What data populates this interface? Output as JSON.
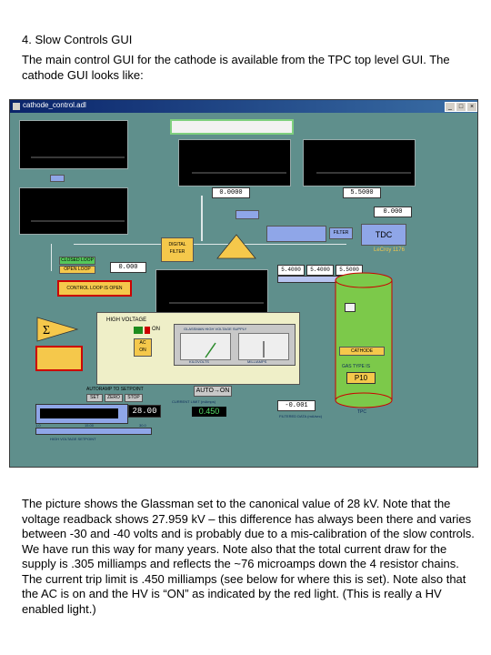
{
  "document": {
    "heading": "4. Slow Controls GUI",
    "intro": "The main control GUI for the cathode is available from the TPC top level GUI. The cathode GUI looks like:",
    "body": "The picture shows the Glassman set to the canonical value of 28 kV. Note that the voltage readback shows 27.959 kV – this difference has always been there and varies between -30 and -40 volts and is probably due to a mis-calibration of the slow controls. We have run this way for many years. Note also that the total current draw for the supply is .305 milliamps and reflects the ~76 microamps down the 4 resistor chains. The current trip limit is .450 milliamps (see below for where this is set). Note also that the AC is on and the HV is “ON” as indicated by the red light. (This is really a HV enabled light.)"
  },
  "screenshot": {
    "window_title": "cathode_control.adl",
    "readouts": {
      "scope_top_left": "0.0000",
      "scope_top_right": "5.5000",
      "mid_right": "0.000",
      "left_mid": "0.000",
      "filtered_readback": "-0.001",
      "trip_limit": "0.450",
      "hv_set": "28.00",
      "bar_a": "5.4000",
      "bar_b": "5.4000",
      "bar_c": "5.5000"
    },
    "blocks": {
      "digital_filter": "DIGITAL FILTER",
      "tdc": "TDC",
      "filter": "FILTER",
      "lecroy": "LeCroy 1176",
      "sigma": "Σ",
      "triangle": "Δ",
      "closed_loop": "CLOSED LOOP",
      "open_loop": "OPEN LOOP",
      "control_status": "CONTROL LOOP IS OPEN"
    },
    "hv_panel": {
      "title": "HIGH VOLTAGE",
      "on_label": "ON",
      "ac_button": "AC\nON",
      "meters_title": "GLASSMAN HIGH VOLTAGE SUPPLY",
      "meter_left": "KILOVOLTS",
      "meter_right": "MILLIAMPS",
      "auto_label": "AUTO→ON",
      "autoramp": "AUTORAMP TO SETPOINT",
      "set": "SET",
      "zero": "ZERO",
      "stop": "STOP",
      "current_limit_label": "CURRENT LIMIT (mAmps)",
      "filtered_label": "FILTERED DATA (mA/sec)",
      "setpoint_label": "HIGH VOLTAGE SETPOINT",
      "slider_min": "1.0",
      "slider_mid": "15.00",
      "slider_max": "30.0"
    },
    "cathode_panel": {
      "cathode_label": "CATHODE",
      "gas_type_label": "GAS TYPE IS",
      "gas_type": "P10",
      "tpc_label": "TPC"
    },
    "colors": {
      "background": "#5f8f8c",
      "yellow_block": "#f5c84b",
      "red_light": "#cc0000",
      "green_on": "#1e8c1e",
      "panel": "#efefc8",
      "cathode_green": "#7cc94a"
    }
  }
}
